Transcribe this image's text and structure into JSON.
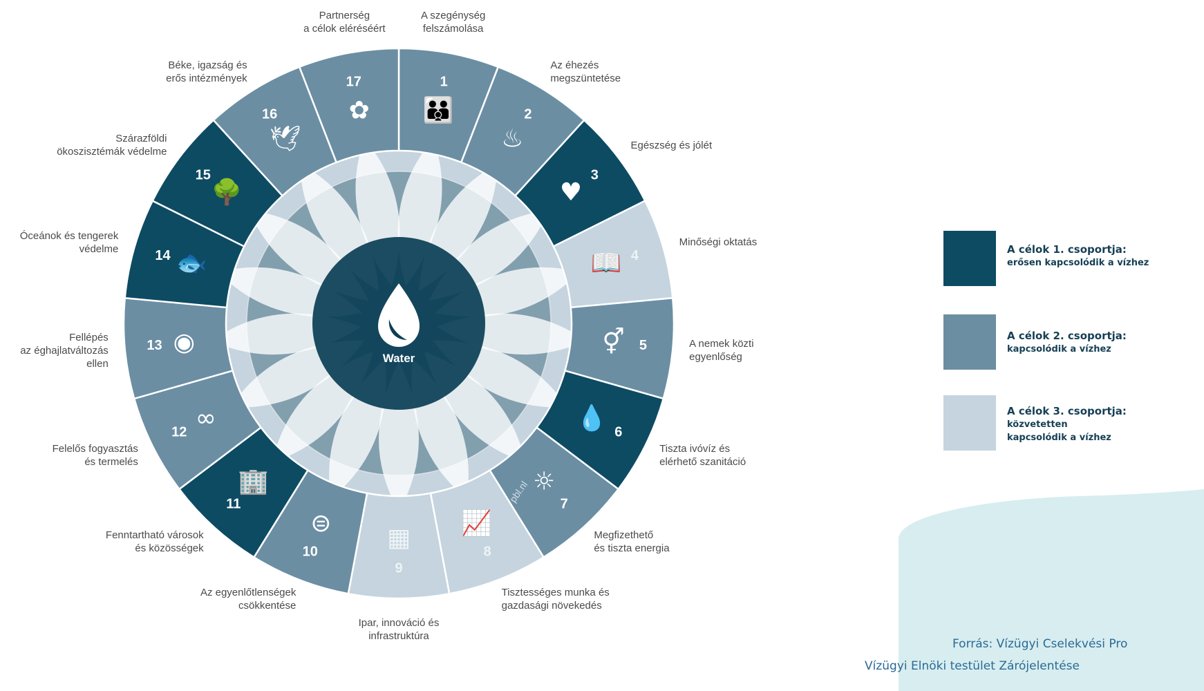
{
  "center": {
    "label": "Water"
  },
  "colors": {
    "group1": "#0d4b63",
    "group2": "#6b8ea3",
    "group3": "#c5d4de",
    "ring": "#5f8094",
    "center": "#0a3e55",
    "inner_ring": "#4a7286",
    "blob": "#d8edef",
    "source_text": "#2a6a97"
  },
  "goals": [
    {
      "number": "1",
      "label": "A szegénység\nfelszámolása",
      "group": 2,
      "icon": "family-icon"
    },
    {
      "number": "2",
      "label": "Az éhezés\nmegszüntetése",
      "group": 2,
      "icon": "bowl-icon"
    },
    {
      "number": "3",
      "label": "Egészség és jólét",
      "group": 1,
      "icon": "heartbeat-icon"
    },
    {
      "number": "4",
      "label": "Minőségi oktatás",
      "group": 3,
      "icon": "book-icon"
    },
    {
      "number": "5",
      "label": "A nemek közti\negyenlőség",
      "group": 2,
      "icon": "gender-equality-icon"
    },
    {
      "number": "6",
      "label": "Tiszta ivóvíz és\nelérhető szanitáció",
      "group": 1,
      "icon": "water-drop-glass-icon"
    },
    {
      "number": "7",
      "label": "Megfizethető\nés tiszta energia",
      "group": 2,
      "icon": "sun-power-icon"
    },
    {
      "number": "8",
      "label": "Tisztességes munka és\ngazdasági növekedés",
      "group": 3,
      "icon": "growth-chart-icon"
    },
    {
      "number": "9",
      "label": "Ipar, innováció és\ninfrastruktúra",
      "group": 3,
      "icon": "cubes-icon"
    },
    {
      "number": "10",
      "label": "Az egyenlőtlenségek\ncsökkentése",
      "group": 2,
      "icon": "equals-icon"
    },
    {
      "number": "11",
      "label": "Fenntartható városok\nés közösségek",
      "group": 1,
      "icon": "city-icon"
    },
    {
      "number": "12",
      "label": "Felelős fogyasztás\nés termelés",
      "group": 2,
      "icon": "infinity-icon"
    },
    {
      "number": "13",
      "label": "Fellépés\naz éghajlatváltozás\nellen",
      "group": 2,
      "icon": "eye-globe-icon"
    },
    {
      "number": "14",
      "label": "Óceánok és tengerek\nvédelme",
      "group": 1,
      "icon": "fish-icon"
    },
    {
      "number": "15",
      "label": "Szárazföldi\nökoszisztémák védelme",
      "group": 1,
      "icon": "tree-icon"
    },
    {
      "number": "16",
      "label": "Béke, igazság és\nerős intézmények",
      "group": 2,
      "icon": "dove-icon"
    },
    {
      "number": "17",
      "label": "Partnerség\na célok eléréséért",
      "group": 2,
      "icon": "rings-icon"
    }
  ],
  "segment_watermark": "pbl.nl",
  "legend": [
    {
      "title": "A célok 1. csoportja:",
      "desc": "erősen kapcsolódik a vízhez",
      "group": 1
    },
    {
      "title": "A célok 2. csoportja:",
      "desc": "kapcsolódik a vízhez",
      "group": 2
    },
    {
      "title": "A célok 3. csoportja:",
      "desc": "közvetetten\nkapcsolódik a vízhez",
      "group": 3
    }
  ],
  "source": {
    "line1": "Forrás: Vízügyi Cselekvési Pro",
    "line2": "Vízügyi Elnöki testület Zárójelentése"
  }
}
